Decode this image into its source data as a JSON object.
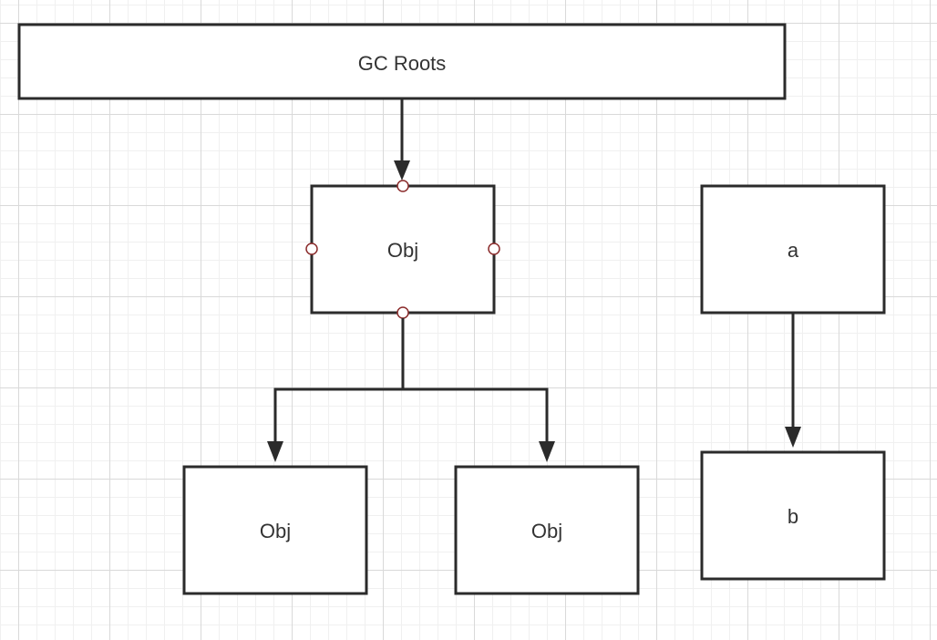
{
  "nodes": {
    "gc_roots": "GC Roots",
    "obj_center": "Obj",
    "obj_left": "Obj",
    "obj_right": "Obj",
    "node_a": "a",
    "node_b": "b"
  },
  "colors": {
    "stroke": "#2b2b2b",
    "text": "#333333",
    "connection_point": "#8b2c2c"
  }
}
